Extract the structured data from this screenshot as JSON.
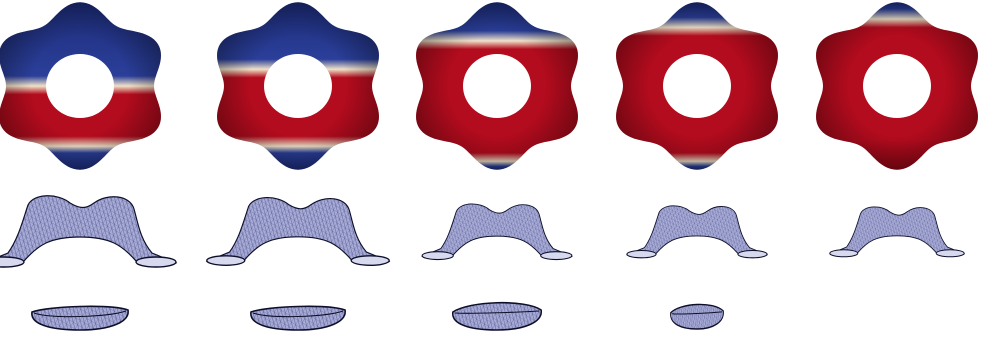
{
  "figure": {
    "columns": 5,
    "rows": [
      "torus-colormap",
      "upper-mesh-patch",
      "lower-mesh-patch"
    ],
    "colors": {
      "background": "#ffffff",
      "phase_red": "#b30c1e",
      "phase_red_dark": "#8e0716",
      "phase_blue": "#2b3f9a",
      "phase_blue_dark": "#1d2c78",
      "interface_light": "#f0e2c8",
      "mesh_fill": "#a9acd6",
      "mesh_line": "#3d4380",
      "mesh_outline": "#0d0f2a"
    },
    "stages": [
      {
        "index": 1,
        "red_fraction": 0.45,
        "has_lower_patch": true
      },
      {
        "index": 2,
        "red_fraction": 0.55,
        "has_lower_patch": true
      },
      {
        "index": 3,
        "red_fraction": 0.72,
        "has_lower_patch": true
      },
      {
        "index": 4,
        "red_fraction": 0.8,
        "has_lower_patch": true
      },
      {
        "index": 5,
        "red_fraction": 0.85,
        "has_lower_patch": false
      }
    ]
  }
}
